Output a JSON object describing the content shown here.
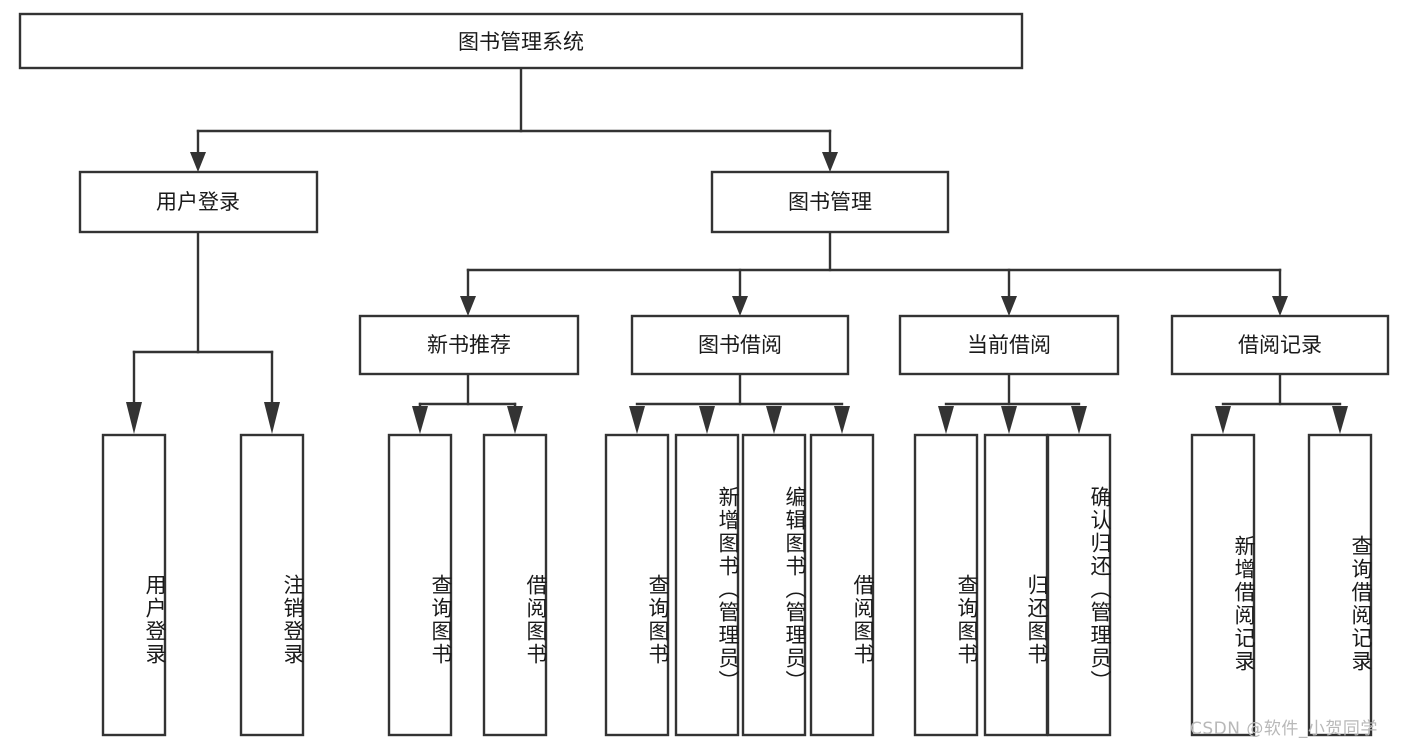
{
  "diagram": {
    "type": "tree",
    "title": "图书管理系统",
    "orientation": "top-down",
    "watermark": "CSDN @软件_小贺同学",
    "colors": {
      "box_stroke": "#333333",
      "box_fill": "#ffffff",
      "text": "#1a1a1a",
      "connector": "#333333",
      "watermark": "#b8b8b8",
      "background": "#ffffff"
    },
    "root": {
      "label": "图书管理系统"
    },
    "level2": [
      {
        "id": "user-login",
        "label": "用户登录"
      },
      {
        "id": "book-manage",
        "label": "图书管理"
      }
    ],
    "level3": [
      {
        "id": "new-book-recommend",
        "label": "新书推荐",
        "parent": "book-manage"
      },
      {
        "id": "book-borrow",
        "label": "图书借阅",
        "parent": "book-manage"
      },
      {
        "id": "current-borrow",
        "label": "当前借阅",
        "parent": "book-manage"
      },
      {
        "id": "borrow-record",
        "label": "借阅记录",
        "parent": "book-manage"
      }
    ],
    "leaves": [
      {
        "id": "leaf-user-login",
        "label": "用户登录",
        "parent": "user-login"
      },
      {
        "id": "leaf-logout-login",
        "label": "注销登录",
        "parent": "user-login"
      },
      {
        "id": "leaf-query-book-1",
        "label": "查询图书",
        "parent": "new-book-recommend"
      },
      {
        "id": "leaf-borrow-book-1",
        "label": "借阅图书",
        "parent": "new-book-recommend"
      },
      {
        "id": "leaf-query-book-2",
        "label": "查询图书",
        "parent": "book-borrow"
      },
      {
        "id": "leaf-add-book",
        "label": "新增图书（管理员）",
        "parent": "book-borrow"
      },
      {
        "id": "leaf-edit-book",
        "label": "编辑图书（管理员）",
        "parent": "book-borrow"
      },
      {
        "id": "leaf-borrow-book-2",
        "label": "借阅图书",
        "parent": "book-borrow"
      },
      {
        "id": "leaf-query-book-3",
        "label": "查询图书",
        "parent": "current-borrow"
      },
      {
        "id": "leaf-return-book",
        "label": "归还图书",
        "parent": "current-borrow"
      },
      {
        "id": "leaf-confirm-return",
        "label": "确认归还（管理员）",
        "parent": "current-borrow"
      },
      {
        "id": "leaf-add-record",
        "label": "新增借阅记录",
        "parent": "borrow-record"
      },
      {
        "id": "leaf-query-record",
        "label": "查询借阅记录",
        "parent": "borrow-record"
      }
    ]
  }
}
